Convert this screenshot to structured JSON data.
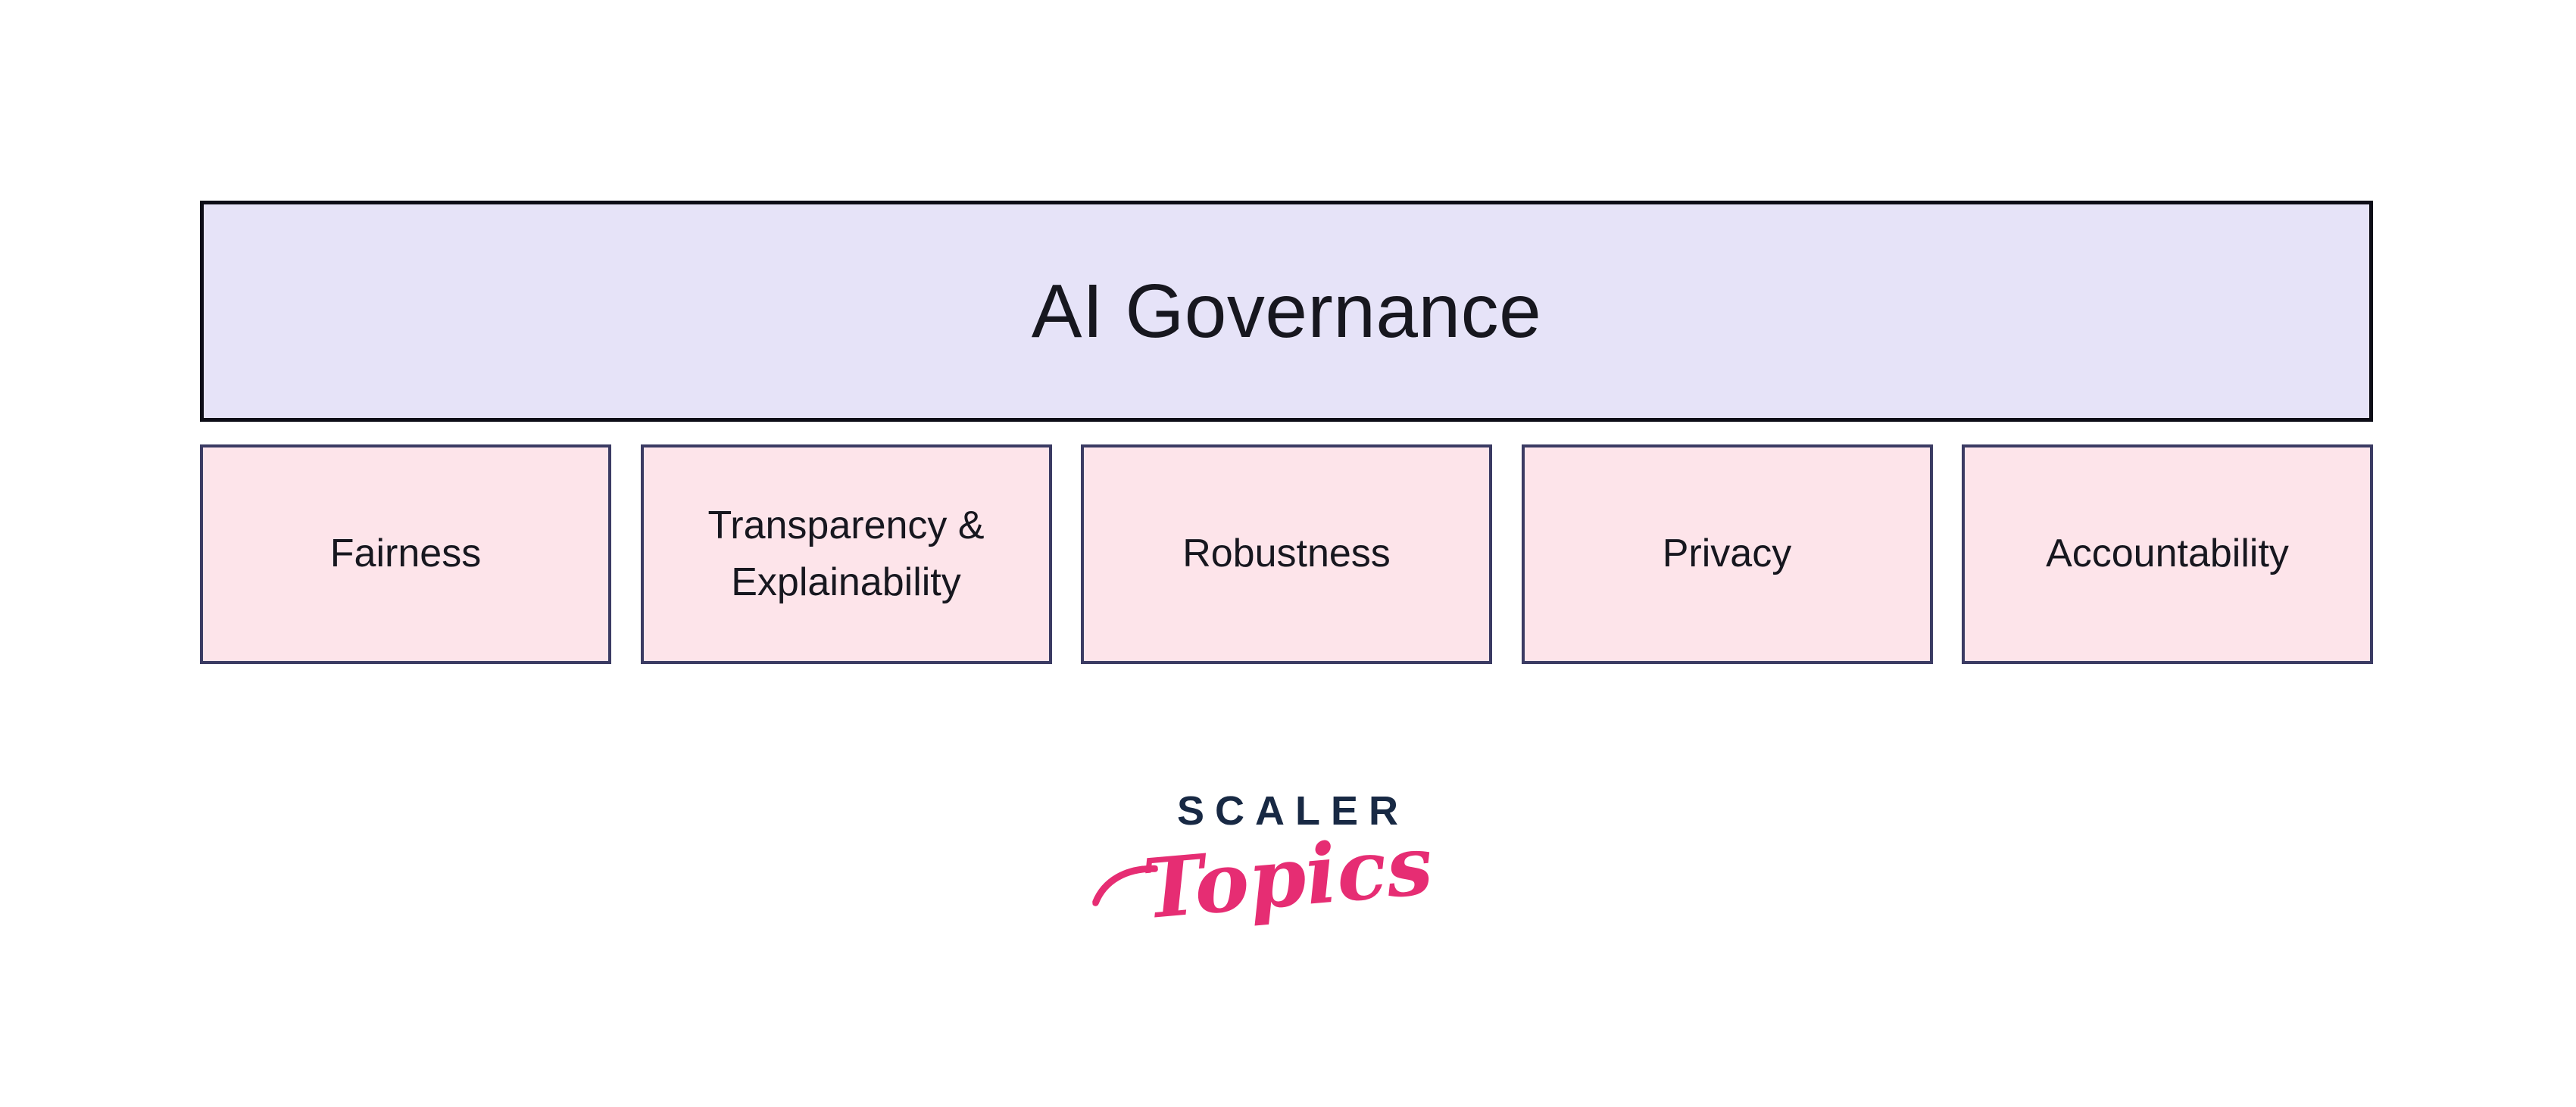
{
  "title_box": {
    "label": "AI Governance"
  },
  "pillars": [
    {
      "label": "Fairness"
    },
    {
      "label": "Transparency & Explainability"
    },
    {
      "label": "Robustness"
    },
    {
      "label": "Privacy"
    },
    {
      "label": "Accountability"
    }
  ],
  "logo": {
    "brand": "SCALER",
    "script": "Topics"
  },
  "colors": {
    "background": "#ffffff",
    "root_fill": "#e6e3f8",
    "root_border": "#0d0d17",
    "pillar_fill": "#fde4ea",
    "pillar_border": "#3b3b63",
    "text": "#17171f",
    "brand_navy": "#182944",
    "brand_pink": "#e62d73"
  }
}
